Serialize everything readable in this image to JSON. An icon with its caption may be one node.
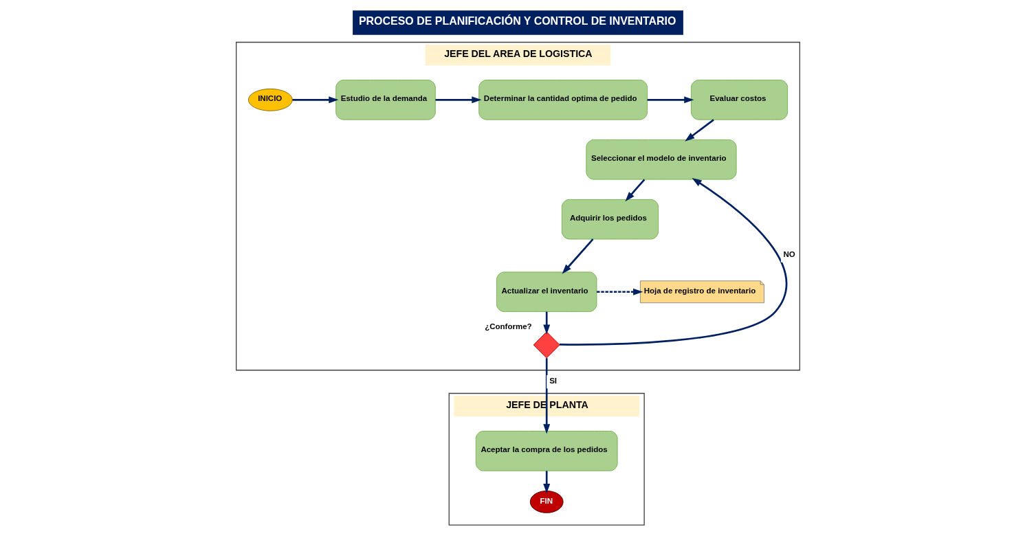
{
  "diagram": {
    "title": "PROCESO DE PLANIFICACIÓN Y CONTROL DE INVENTARIO",
    "nodes": [
      {
        "text": [
          "JEFE DEL AREA DE LOGISTICA"
        ]
      },
      {
        "text": [
          "JEFE DE PLANTA"
        ]
      },
      {
        "text": [
          "INICIO"
        ],
        "in": 0
      },
      {
        "text": [
          "Estudio de la demanda"
        ],
        "in": 0
      },
      {
        "text": [
          "Determinar la cantidad optima de pedido"
        ],
        "in": 0
      },
      {
        "text": [
          "Evaluar costos"
        ],
        "in": 0
      },
      {
        "text": [
          "Seleccionar el modelo de inventario"
        ],
        "in": 0
      },
      {
        "text": [
          "Adquirir los pedidos"
        ],
        "in": 0
      },
      {
        "text": [
          "Actualizar el inventario"
        ],
        "in": 0
      },
      {
        "text": [
          "Hoja de registro de inventario"
        ],
        "in": 0
      },
      {
        "text": [
          "¿Conforme?"
        ],
        "in": 0
      },
      {
        "text": [
          "Aceptar la compra de los pedidos"
        ],
        "in": 1
      },
      {
        "text": [
          "FIN"
        ],
        "in": 1
      }
    ],
    "edges": [
      {
        "from": 2,
        "to": 3,
        "arrow": "to"
      },
      {
        "from": 3,
        "to": 4,
        "arrow": "to"
      },
      {
        "from": 4,
        "to": 5,
        "arrow": "to"
      },
      {
        "from": 5,
        "to": 6,
        "arrow": "to"
      },
      {
        "from": 6,
        "to": 7,
        "arrow": "to"
      },
      {
        "from": 7,
        "to": 8,
        "arrow": "to"
      },
      {
        "from": 8,
        "to": 9,
        "arrow": "to",
        "style": "dashed"
      },
      {
        "from": 8,
        "to": 10,
        "arrow": "to"
      },
      {
        "from": 10,
        "to": 6,
        "arrow": "to",
        "label": "NO"
      },
      {
        "from": 10,
        "to": 11,
        "arrow": "to",
        "label": "SI"
      },
      {
        "from": 11,
        "to": 12,
        "arrow": "to"
      }
    ]
  }
}
